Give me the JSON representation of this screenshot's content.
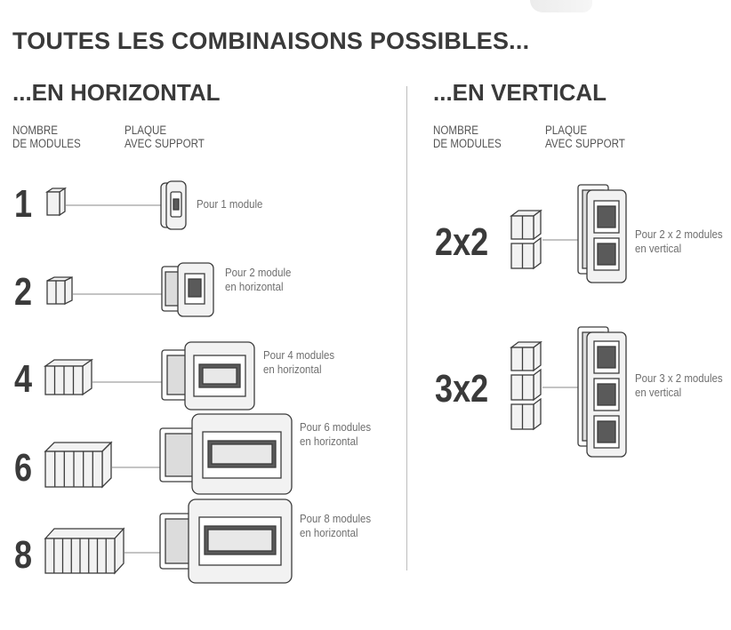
{
  "title": "TOUTES LES COMBINAISONS POSSIBLES...",
  "horizontal": {
    "title": "...EN HORIZONTAL",
    "col_modules": [
      "NOMBRE",
      "DE MODULES"
    ],
    "col_plate": [
      "PLAQUE",
      "AVEC SUPPORT"
    ],
    "rows": [
      {
        "count": "1",
        "desc": [
          "Pour 1 module"
        ]
      },
      {
        "count": "2",
        "desc": [
          "Pour 2 module",
          "en horizontal"
        ]
      },
      {
        "count": "4",
        "desc": [
          "Pour 4 modules",
          "en horizontal"
        ]
      },
      {
        "count": "6",
        "desc": [
          "Pour 6 modules",
          "en horizontal"
        ]
      },
      {
        "count": "8",
        "desc": [
          "Pour 8 modules",
          "en horizontal"
        ]
      }
    ]
  },
  "vertical": {
    "title": "...EN VERTICAL",
    "col_modules": [
      "NOMBRE",
      "DE MODULES"
    ],
    "col_plate": [
      "PLAQUE",
      "AVEC SUPPORT"
    ],
    "rows": [
      {
        "count": "2x2",
        "desc": [
          "Pour 2 x 2 modules",
          "en vertical"
        ]
      },
      {
        "count": "3x2",
        "desc": [
          "Pour 3 x 2 modules",
          "en vertical"
        ]
      }
    ]
  },
  "colors": {
    "text": "#3a3a3a",
    "line": "#8a8a8a",
    "product_fill": "#f2f2f2",
    "product_stroke": "#3c3c3c"
  },
  "icons": [
    "module-block-icon",
    "plate-with-support-icon"
  ]
}
